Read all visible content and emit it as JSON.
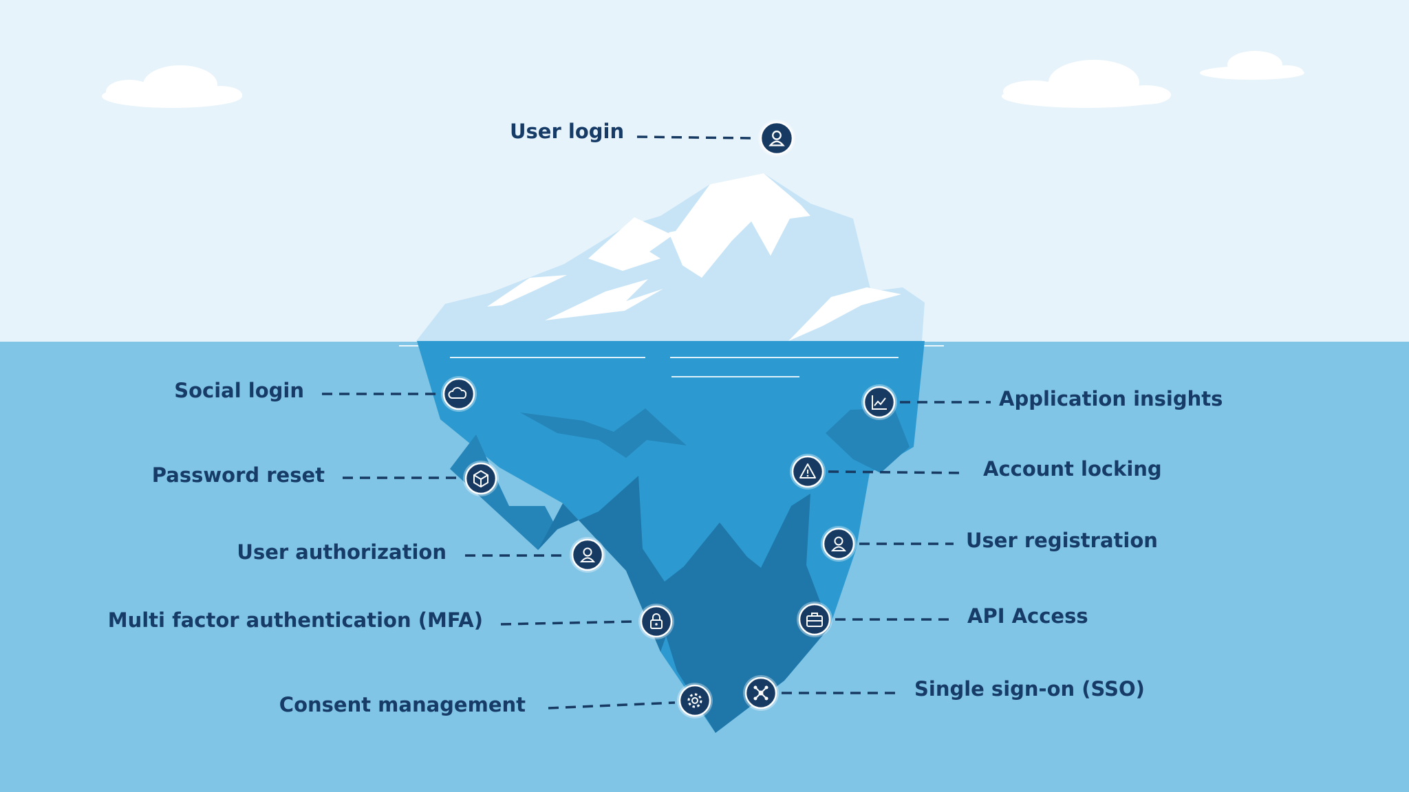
{
  "colors": {
    "sky": "#e6f3fb",
    "water": "#80c4e6",
    "ice_top_light": "#c7e4f7",
    "snow": "#ffffff",
    "ice_under": "#2c9ad0",
    "ice_shadow": "#2584b8",
    "ice_deep": "#1f76a8",
    "icon_fill": "#173a63",
    "text": "#163b66"
  },
  "features": {
    "top": {
      "label": "User login",
      "icon": "user-circle-icon"
    },
    "left": [
      {
        "label": "Social login",
        "icon": "cloud-icon"
      },
      {
        "label": "Password reset",
        "icon": "cube-icon"
      },
      {
        "label": "User authorization",
        "icon": "user-icon"
      },
      {
        "label": "Multi factor authentication (MFA)",
        "icon": "lock-icon"
      },
      {
        "label": "Consent management",
        "icon": "gear-icon"
      }
    ],
    "right": [
      {
        "label": "Application insights",
        "icon": "line-chart-icon"
      },
      {
        "label": "Account locking",
        "icon": "warning-icon"
      },
      {
        "label": "User registration",
        "icon": "user-icon"
      },
      {
        "label": "API Access",
        "icon": "briefcase-icon"
      },
      {
        "label": "Single sign-on (SSO)",
        "icon": "network-icon"
      }
    ]
  }
}
